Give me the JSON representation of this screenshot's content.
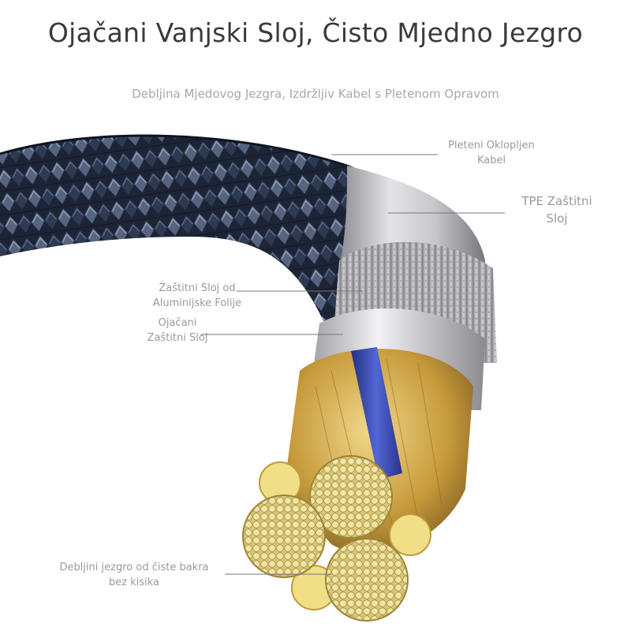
{
  "header": {
    "title": "Ojačani Vanjski Sloj, Čisto Mjedno Jezgro",
    "subtitle": "Debljina Mjedovog Jezgra, Izdržljiv Kabel s Pletenom Opravom"
  },
  "labels": {
    "braid": "Pleteni Oklopljen Kabel",
    "tpe": "TPE Zaštitni Sloj",
    "foil": "Zaštitni Sloj od Aluminijske Folije",
    "reinforced": "Ojačani Zaštitni Sloj",
    "core": "Debljini jezgro od čiste bakra bez kisika"
  },
  "colors": {
    "braid_dark": "#1c2436",
    "braid_mid": "#3b4a66",
    "braid_light": "#7f8ea8",
    "sheath_silver": "#c9c9cd",
    "copper_gold": "#c9a24a",
    "strand_pale": "#ece3a4",
    "wire_blue": "#3b4fb8"
  }
}
